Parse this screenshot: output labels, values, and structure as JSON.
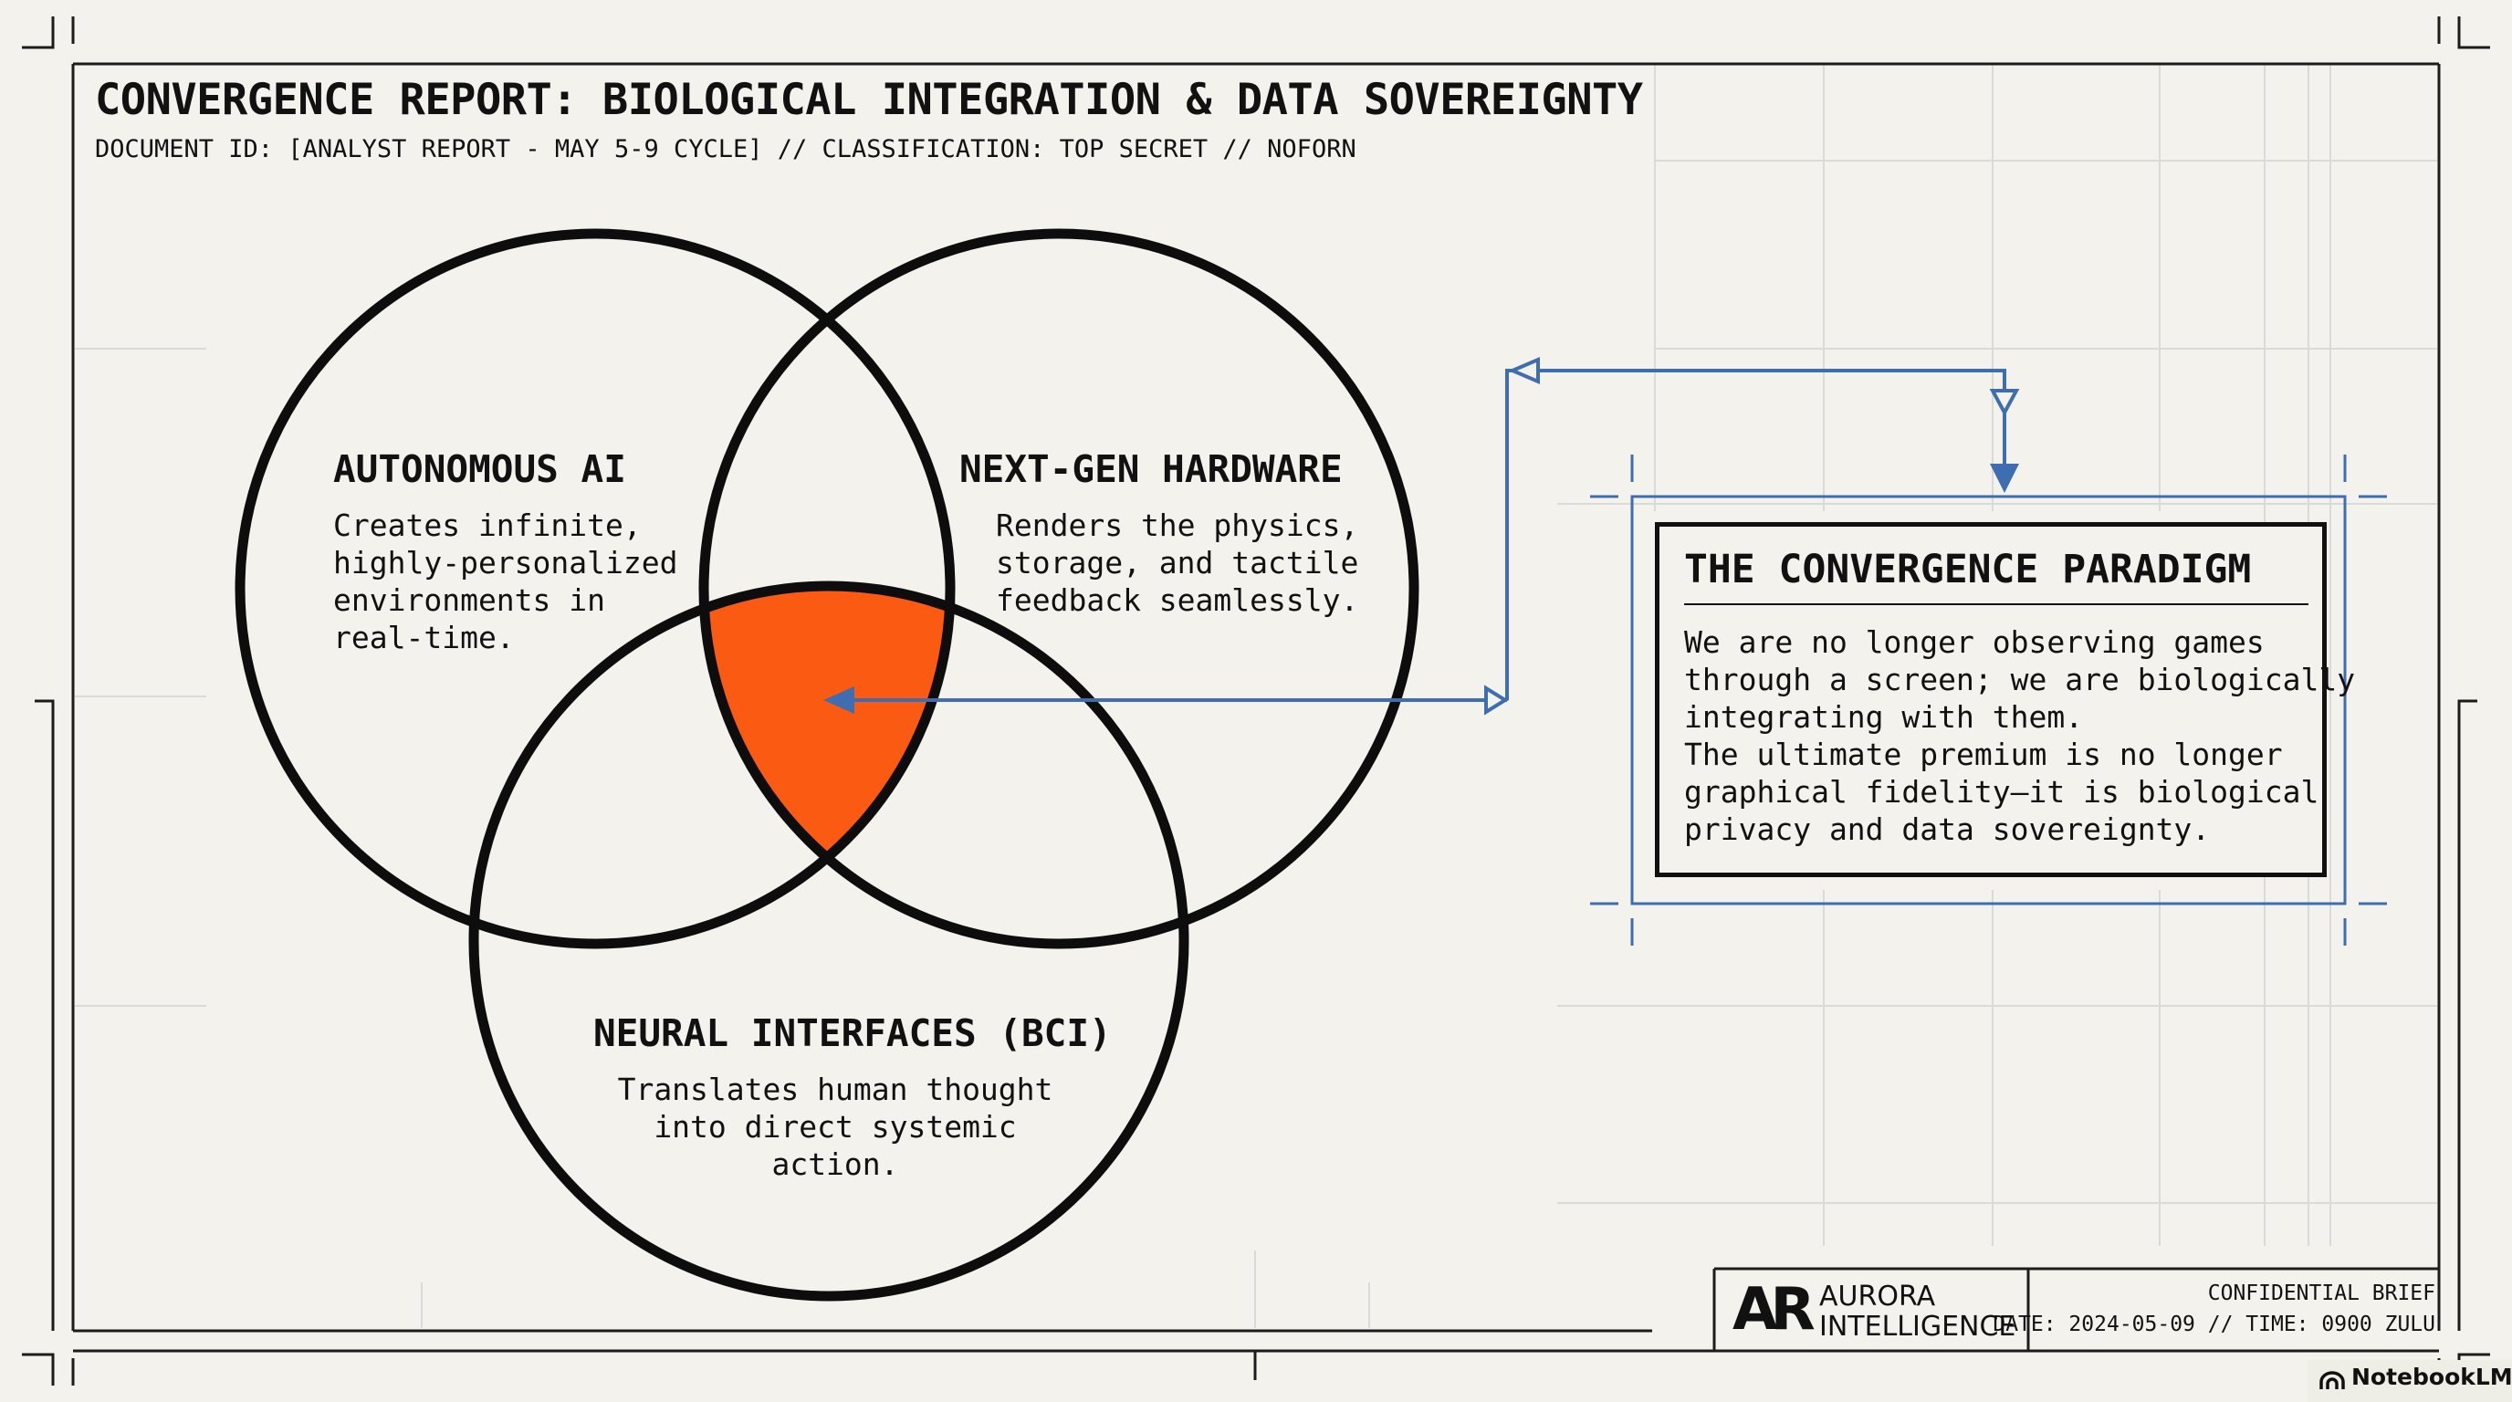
{
  "header": {
    "title": "CONVERGENCE REPORT: BIOLOGICAL INTEGRATION & DATA SOVEREIGNTY",
    "subtitle": "DOCUMENT ID: [ANALYST REPORT - MAY 5-9 CYCLE] // CLASSIFICATION: TOP SECRET // NOFORN"
  },
  "venn": {
    "sets": [
      {
        "title": "AUTONOMOUS AI",
        "description": "Creates infinite,\nhighly-personalized\nenvironments in\nreal-time."
      },
      {
        "title": "NEXT-GEN HARDWARE",
        "description": "Renders the physics,\nstorage, and tactile\nfeedback seamlessly."
      },
      {
        "title": "NEURAL INTERFACES (BCI)",
        "description": "Translates human thought\ninto direct systemic\naction."
      }
    ],
    "intersection_color": "#fb5a13",
    "connector_color": "#3f6eb0"
  },
  "callout": {
    "title": "THE CONVERGENCE PARADIGM",
    "body": "We are no longer observing games\nthrough a screen; we are biologically\nintegrating with them.\nThe ultimate premium is no longer\ngraphical fidelity—it is biological\nprivacy and data sovereignty."
  },
  "footer": {
    "logo": "AR",
    "brand": "AURORA\nINTELLIGENCE",
    "label": "CONFIDENTIAL BRIEF",
    "date_time": "DATE: 2024-05-09 // TIME: 0900 ZULU"
  },
  "watermark": "NotebookLM"
}
